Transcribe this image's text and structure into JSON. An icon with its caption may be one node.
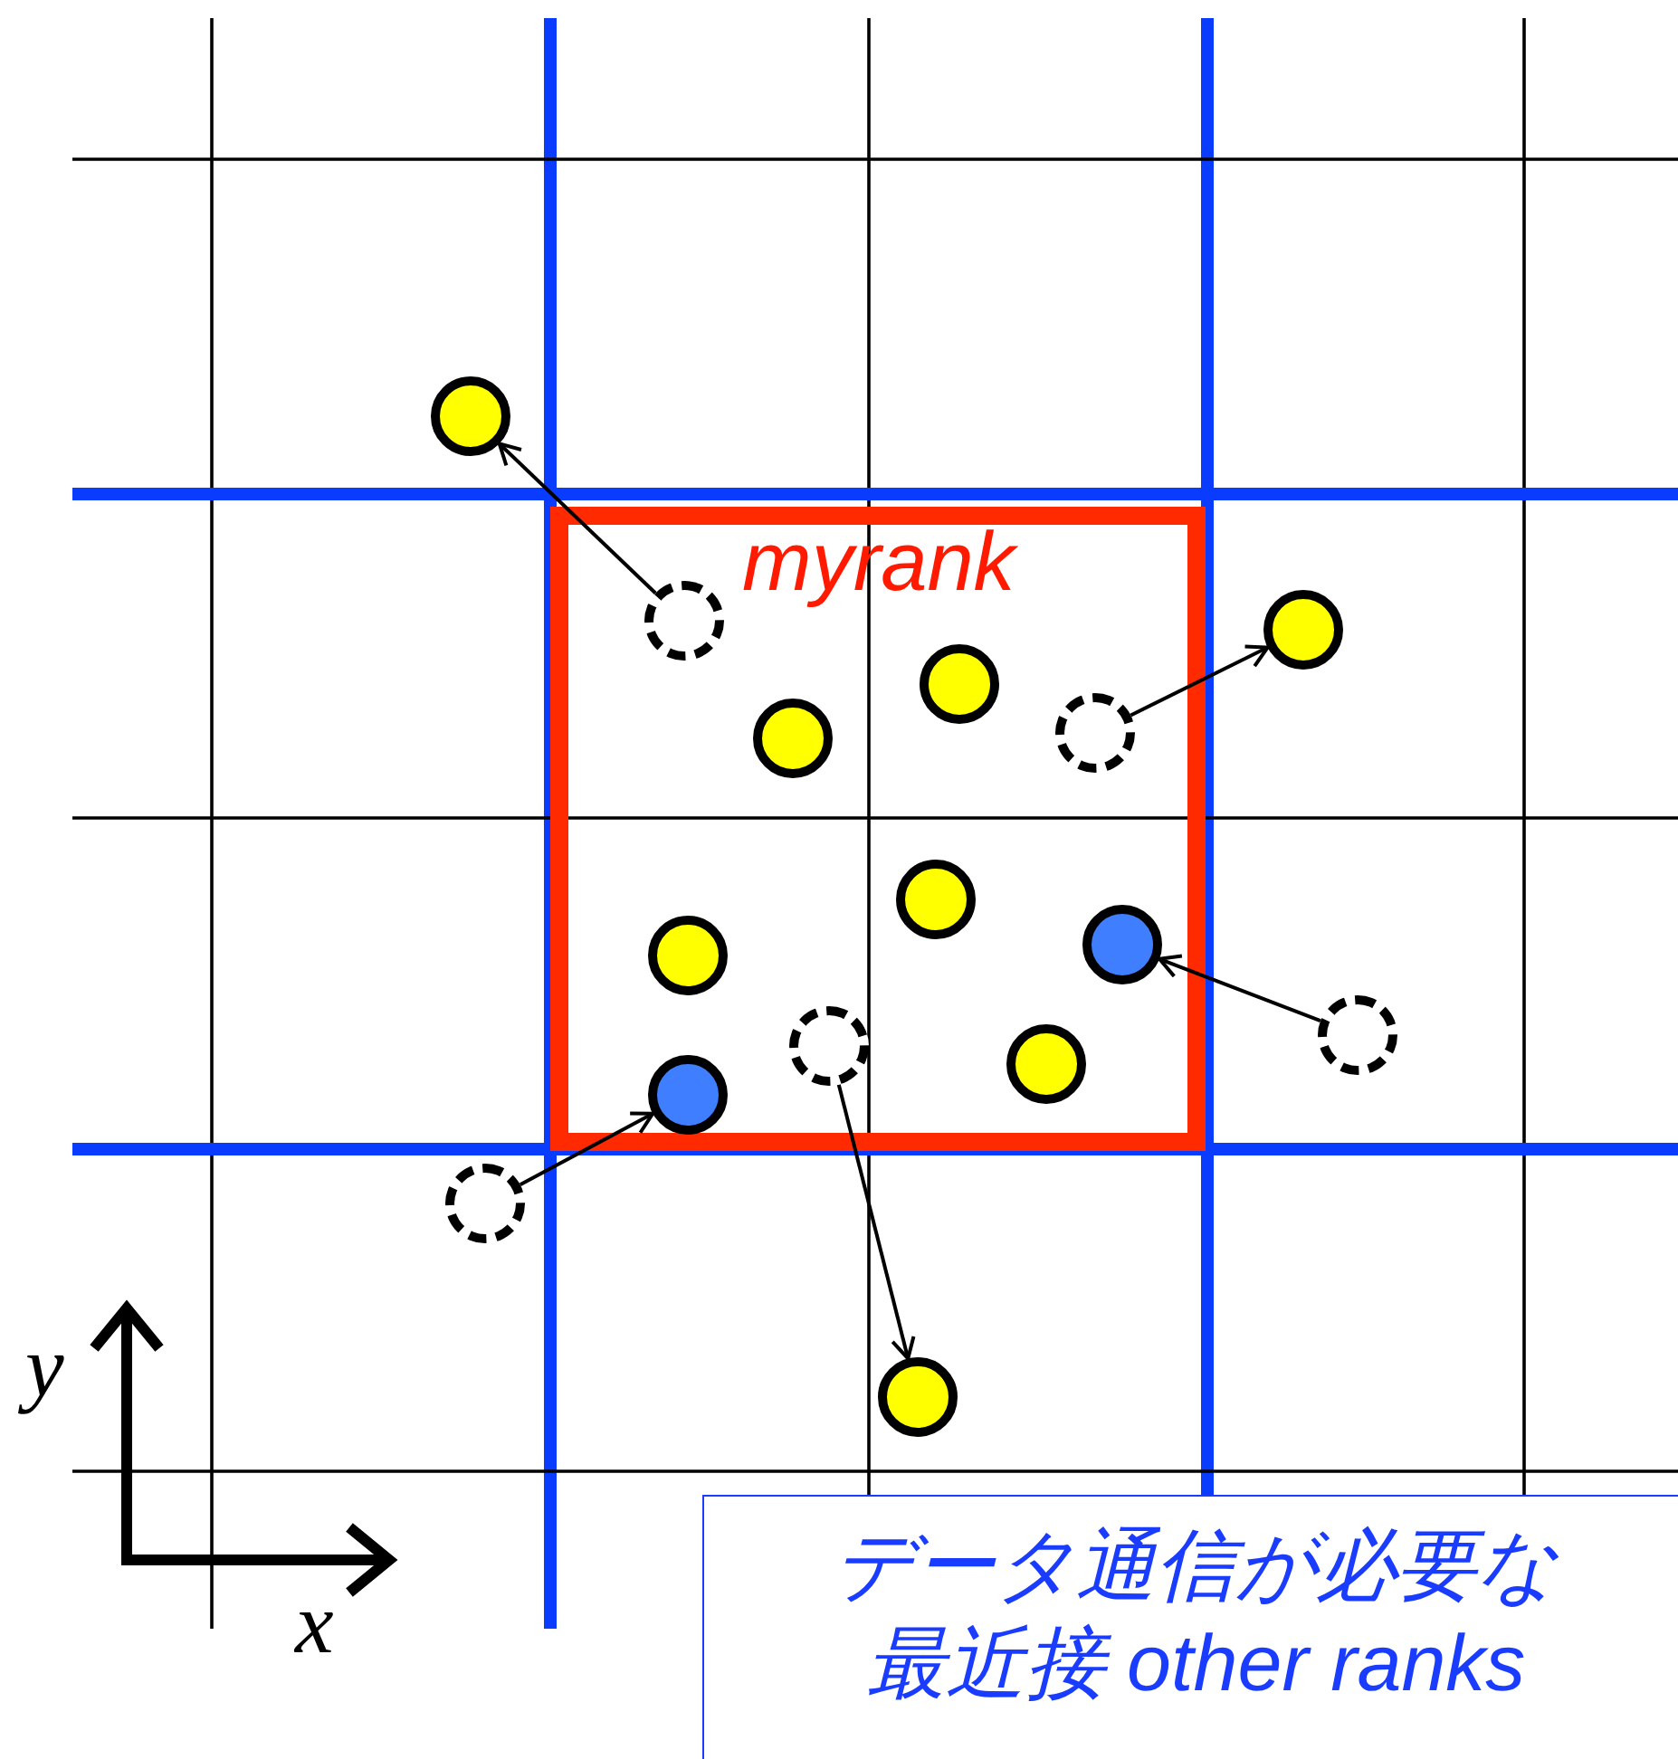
{
  "diagram": {
    "nodes": [
      {
        "text": [],
        "shape": "circle"
      },
      {
        "text": [
          "myrank"
        ]
      },
      {
        "text": [],
        "shape": "circle",
        "in": 1
      },
      {
        "text": [],
        "shape": "circle"
      },
      {
        "text": [],
        "shape": "circle",
        "in": 1
      },
      {
        "text": [],
        "shape": "circle",
        "in": 1
      },
      {
        "text": [],
        "shape": "circle",
        "in": 1
      },
      {
        "text": [],
        "shape": "circle",
        "in": 1
      },
      {
        "text": [],
        "shape": "circle",
        "in": 1
      },
      {
        "text": [],
        "shape": "circle",
        "in": 1
      },
      {
        "text": [],
        "shape": "circle"
      },
      {
        "text": [],
        "shape": "circle",
        "in": 1
      },
      {
        "text": [],
        "shape": "circle",
        "in": 1
      },
      {
        "text": [],
        "shape": "circle",
        "in": 1
      },
      {
        "text": [],
        "shape": "circle"
      },
      {
        "text": [],
        "shape": "circle"
      },
      {
        "text": [
          "データ通信が必要な最近接 other ranks"
        ]
      }
    ],
    "edges": [
      {
        "from": 2,
        "to": 0,
        "arrow": "to"
      },
      {
        "from": 5,
        "to": 3,
        "arrow": "to"
      },
      {
        "from": 10,
        "to": 8,
        "arrow": "to"
      },
      {
        "from": 14,
        "to": 13,
        "arrow": "to"
      },
      {
        "from": 11,
        "to": 15,
        "arrow": "to"
      }
    ],
    "labels": [
      "y",
      "x"
    ]
  }
}
